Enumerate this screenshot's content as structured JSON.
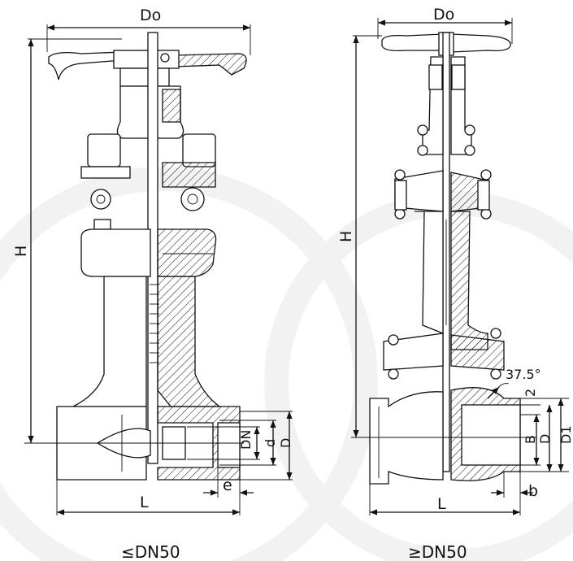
{
  "left_view": {
    "labels": {
      "do": "Do",
      "h": "H",
      "dn": "DN",
      "d_small": "d",
      "d_big": "D",
      "e": "e",
      "l": "L"
    },
    "caption": "≤DN50"
  },
  "right_view": {
    "labels": {
      "do": "Do",
      "h": "H",
      "angle": "37.5°",
      "two": "2",
      "b_big": "B",
      "d_big": "D",
      "d1": "D1",
      "b_small": "b",
      "l": "L"
    },
    "caption": "≥DN50"
  }
}
